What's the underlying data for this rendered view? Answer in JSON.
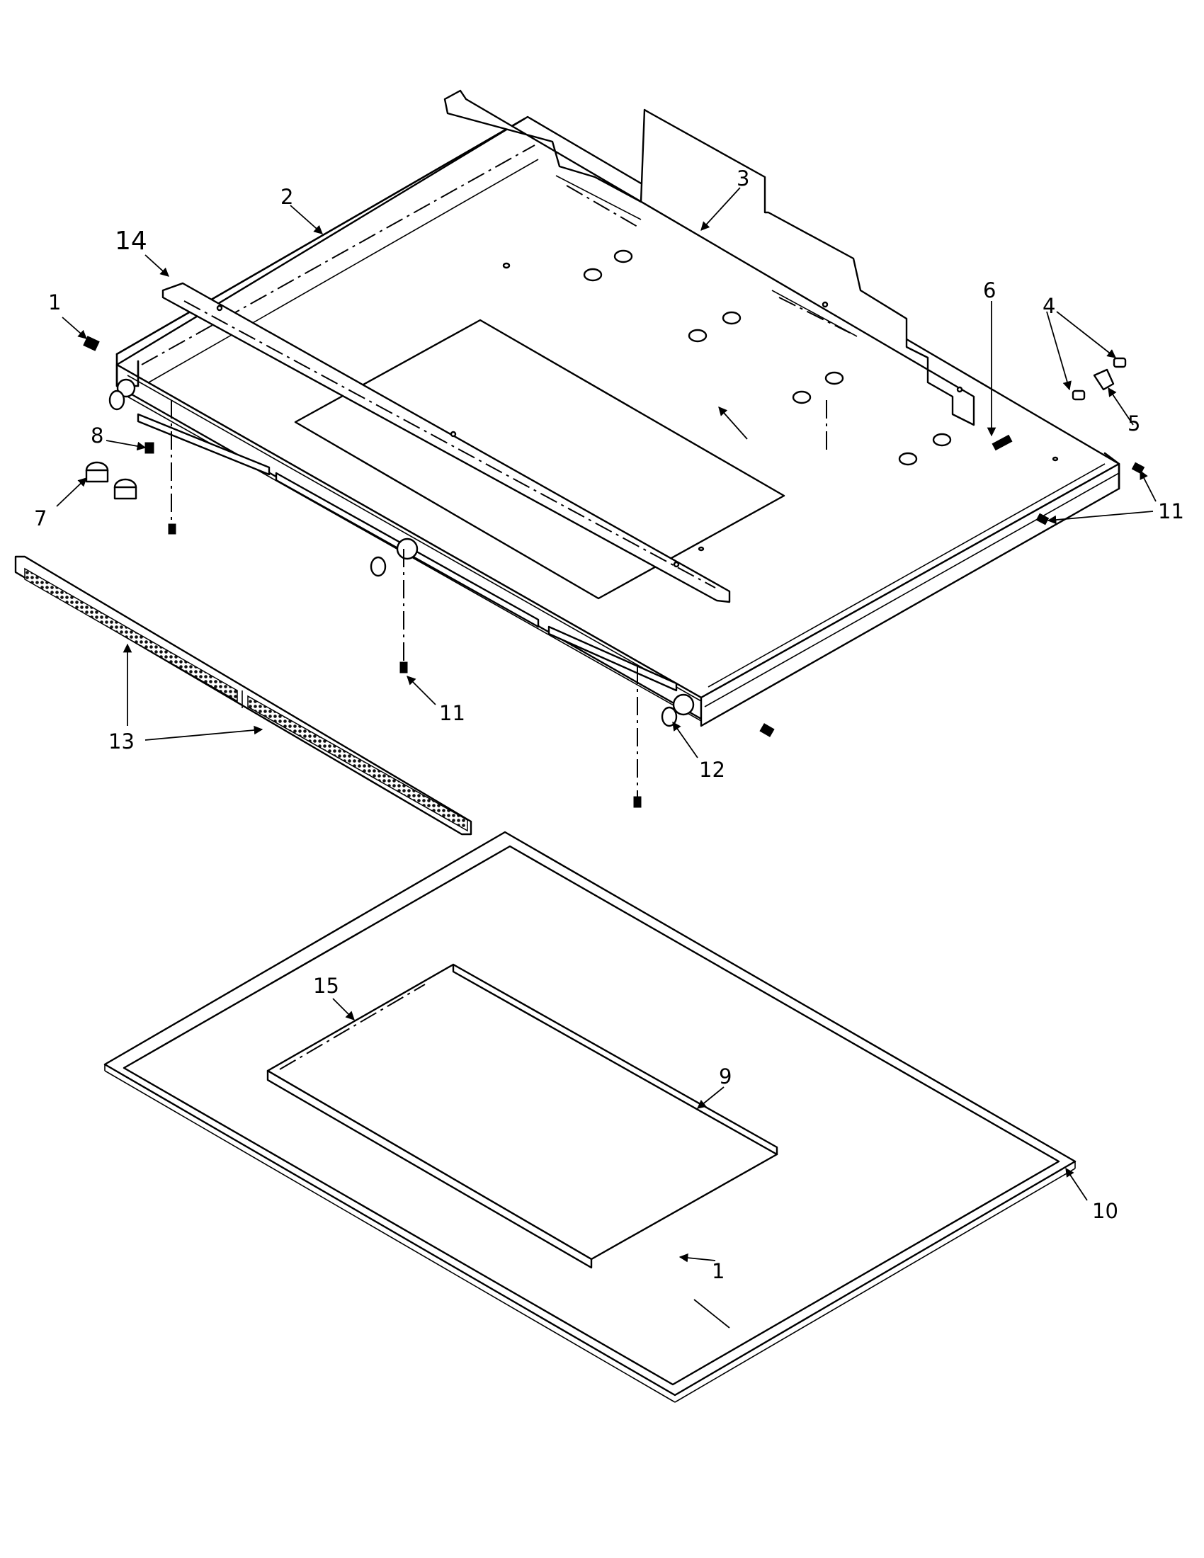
{
  "callouts": {
    "c1_top": "1",
    "c1_bottom": "1",
    "c2": "2",
    "c3": "3",
    "c4": "4",
    "c5": "5",
    "c6": "6",
    "c7": "7",
    "c8": "8",
    "c9": "9",
    "c10": "10",
    "c11_right": "11",
    "c11_center": "11",
    "c12": "12",
    "c13": "13",
    "c14": "14",
    "c15": "15"
  }
}
